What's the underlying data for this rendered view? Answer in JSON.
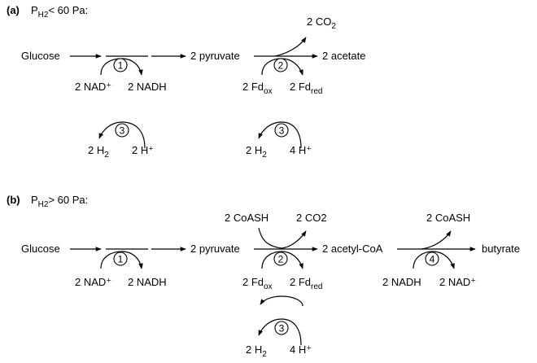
{
  "panel_a": {
    "label": "(a)",
    "condition": {
      "p": "P",
      "sub": "H2",
      "rest": "< 60 Pa:"
    },
    "glucose": "Glucose",
    "pyruvate": "2 pyruvate",
    "co2": "2 CO",
    "co2_sub": "2",
    "acetate": "2 acetate",
    "step1": "1",
    "step2": "2",
    "step3": "3",
    "step3b": "3",
    "nad": "2 NAD⁺",
    "nadh": "2 NADH",
    "fd_ox": "2 Fd",
    "fd_ox_sub": "ox",
    "fd_red": "2 Fd",
    "fd_red_sub": "red",
    "h2_left": "2 H",
    "h2_left_sub": "2",
    "hplus_left": "2 H⁺",
    "h2_right": "2 H",
    "h2_right_sub": "2",
    "hplus_right": "4 H⁺"
  },
  "panel_b": {
    "label": "(b)",
    "condition": {
      "p": "P",
      "sub": "H2",
      "rest": "> 60 Pa:"
    },
    "glucose": "Glucose",
    "pyruvate": "2 pyruvate",
    "coash_in": "2 CoASH",
    "co2": "2 CO2",
    "acetyl_coa": "2 acetyl-CoA",
    "coash_out": "2 CoASH",
    "butyrate": "butyrate",
    "step1": "1",
    "step2": "2",
    "step3": "3",
    "step4": "4",
    "nad": "2 NAD⁺",
    "nadh": "2 NADH",
    "fd_ox": "2 Fd",
    "fd_ox_sub": "ox",
    "fd_red": "2 Fd",
    "fd_red_sub": "red",
    "nadh2": "2 NADH",
    "nad2": "2 NAD⁺",
    "h2": "2 H",
    "h2_sub": "2",
    "hplus": "4 H⁺"
  }
}
